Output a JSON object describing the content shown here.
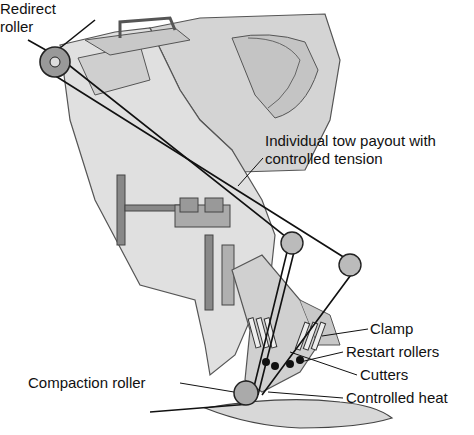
{
  "diagram": {
    "labels": [
      "Redirect roller",
      "Individual tow payout with controlled tension",
      "Clamp",
      "Restart rollers",
      "Cutters",
      "Controlled heat",
      "Compaction roller"
    ]
  }
}
